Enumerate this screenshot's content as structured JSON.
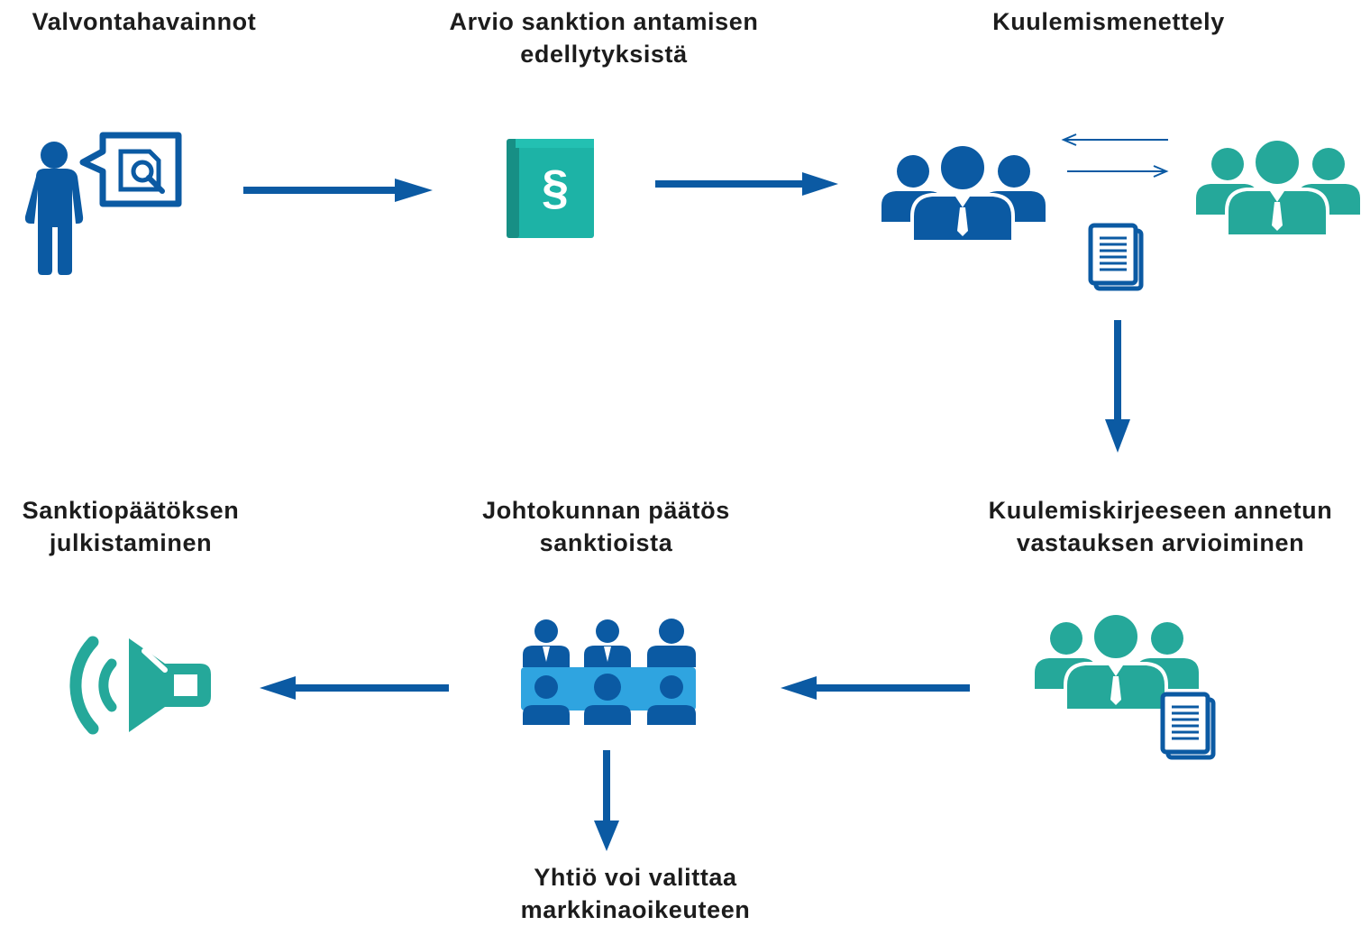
{
  "steps": {
    "valvonta": {
      "label": "Valvontahavainnot"
    },
    "arvio": {
      "line1": "Arvio sanktion antamisen",
      "line2": "edellytyksistä"
    },
    "kuuleminen": {
      "label": "Kuulemismenettely"
    },
    "vastaus": {
      "line1": "Kuulemiskirjeeseen annetun",
      "line2": "vastauksen arvioiminen"
    },
    "johtokunta": {
      "line1": "Johtokunnan päätös",
      "line2": "sanktioista"
    },
    "julkistaminen": {
      "line1": "Sanktiopäätöksen",
      "line2": "julkistaminen"
    },
    "valitus": {
      "line1": "Yhtiö voi valittaa",
      "line2": "markkinaoikeuteen"
    }
  },
  "icons": {
    "valvonta": "person-with-inspection-speech-bubble-icon",
    "arvio": "law-book-section-sign-icon",
    "kuuleminen": "two-groups-exchanging-document-icon",
    "vastaus": "group-with-document-icon",
    "johtokunta": "board-meeting-icon",
    "julkistaminen": "speaker-announcement-icon"
  },
  "section_sign": "§",
  "colors": {
    "blue": "#0b5aa3",
    "teal": "#25a89a",
    "book_teal": "#1db3a6",
    "light_blue": "#2fa4e0",
    "text": "#1c1c1c"
  }
}
